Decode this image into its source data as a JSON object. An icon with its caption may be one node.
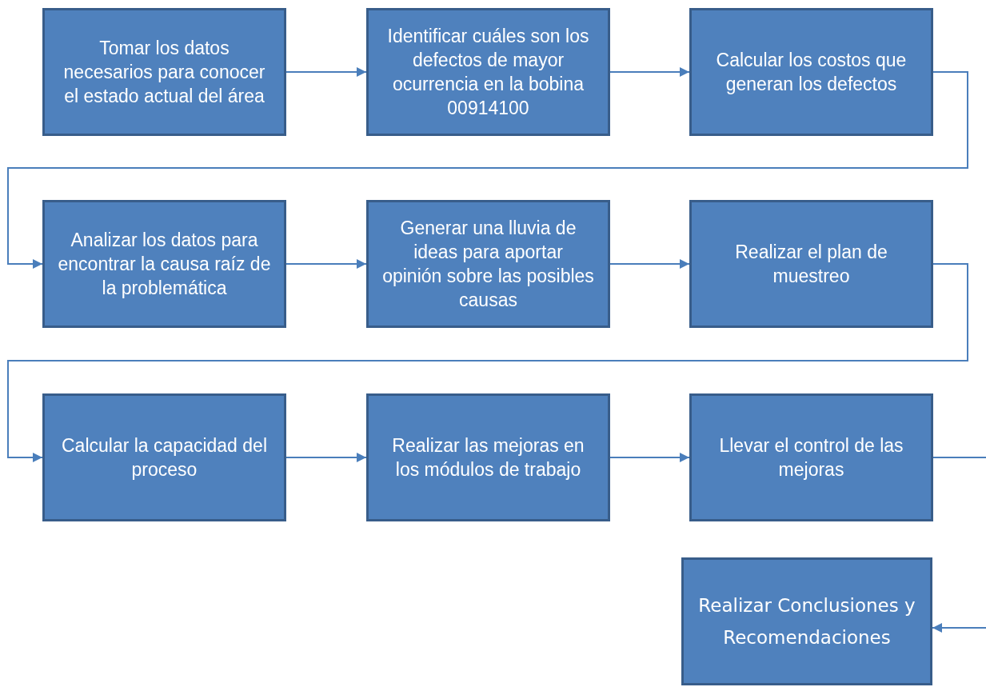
{
  "diagram": {
    "nodes": [
      {
        "text": [
          "Tomar los datos necesarios para conocer el estado actual del área"
        ]
      },
      {
        "text": [
          "Identificar cuáles son los defectos de mayor ocurrencia en la bobina 00914100"
        ]
      },
      {
        "text": [
          "Calcular los costos que generan los defectos"
        ]
      },
      {
        "text": [
          "Analizar los datos para encontrar la causa raíz de la problemática"
        ]
      },
      {
        "text": [
          "Generar una lluvia de ideas para aportar opinión sobre las posibles causas"
        ]
      },
      {
        "text": [
          "Realizar el plan de muestreo"
        ]
      },
      {
        "text": [
          "Calcular la capacidad del proceso"
        ]
      },
      {
        "text": [
          "Realizar las mejoras en los módulos de trabajo"
        ]
      },
      {
        "text": [
          "Llevar el control de las mejoras"
        ]
      },
      {
        "text": [
          "Realizar Conclusiones y Recomendaciones"
        ]
      }
    ],
    "edges": [
      {
        "from": 0,
        "to": 1,
        "arrow": "to"
      },
      {
        "from": 1,
        "to": 2,
        "arrow": "to"
      },
      {
        "from": 2,
        "to": 3,
        "arrow": "to"
      },
      {
        "from": 3,
        "to": 4,
        "arrow": "to"
      },
      {
        "from": 4,
        "to": 5,
        "arrow": "to"
      },
      {
        "from": 5,
        "to": 6,
        "arrow": "to"
      },
      {
        "from": 6,
        "to": 7,
        "arrow": "to"
      },
      {
        "from": 7,
        "to": 8,
        "arrow": "to"
      },
      {
        "from": 8,
        "to": null,
        "arrow": "none"
      },
      {
        "from": null,
        "to": 9,
        "arrow": "to"
      }
    ]
  }
}
